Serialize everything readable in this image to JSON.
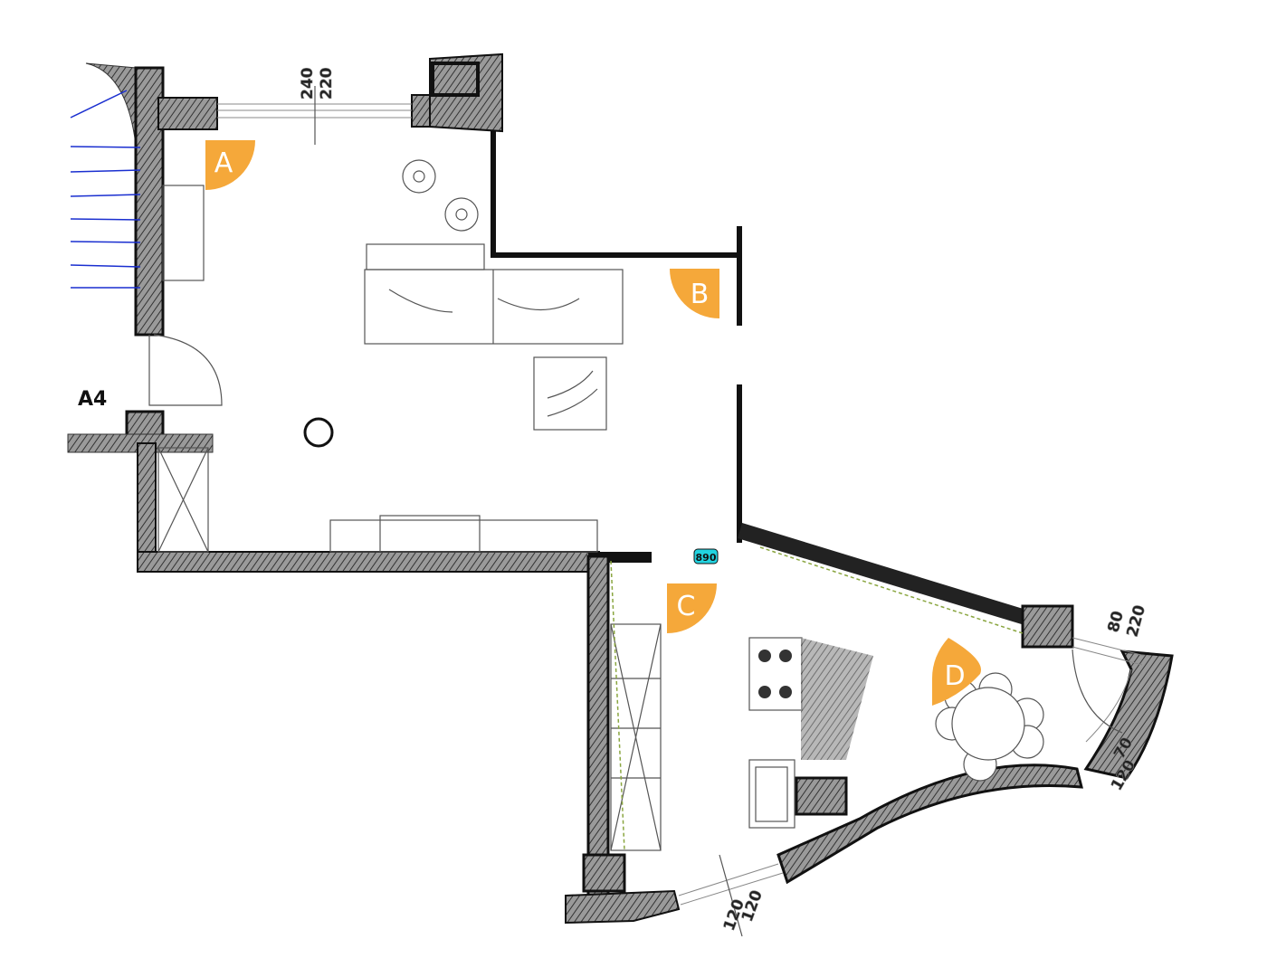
{
  "plan": {
    "zones": [
      {
        "label": "A"
      },
      {
        "label": "B"
      },
      {
        "label": "C"
      },
      {
        "label": "D"
      }
    ],
    "reference_tag": "A4",
    "dimensions": {
      "top_window": [
        "240",
        "220"
      ],
      "right_door": [
        "80",
        "220"
      ],
      "right_window": [
        "70",
        "120"
      ],
      "bottom_window": [
        "120",
        "120"
      ],
      "level_tag": "890"
    },
    "colors": {
      "marker": "#F5A83A",
      "wall": "#7a7a7a",
      "window_lines": "#1a2fd0",
      "level_tag": "#22d3e0"
    }
  }
}
